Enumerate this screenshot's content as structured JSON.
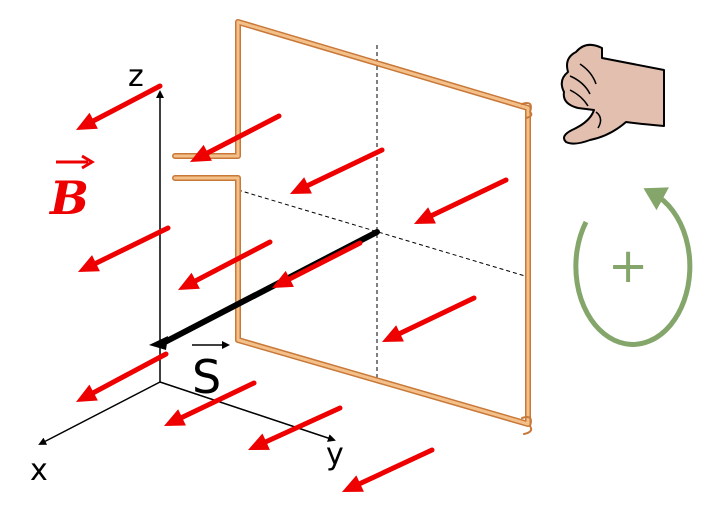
{
  "axes": {
    "x_label": "x",
    "y_label": "y",
    "z_label": "z"
  },
  "field": {
    "label": "B",
    "color": "#ee0000"
  },
  "area_vector": {
    "label": "S"
  },
  "orientation": {
    "sign": "+",
    "color": "#84a66a",
    "icon": "right-hand-curl-icon"
  },
  "loop": {
    "color": "#e8a468"
  }
}
